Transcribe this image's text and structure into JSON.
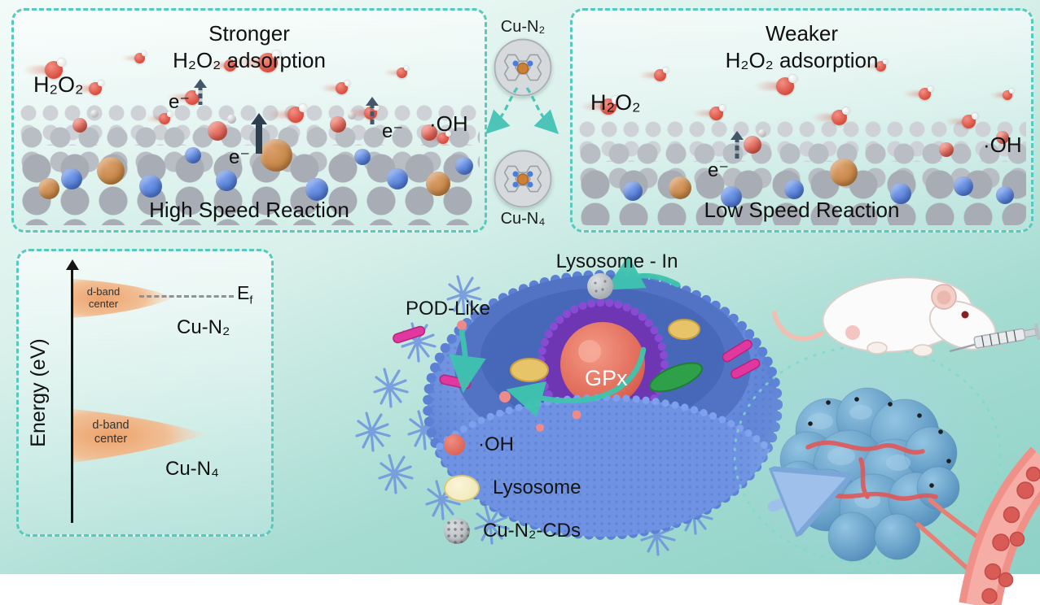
{
  "panel_stronger": {
    "title_line1": "Stronger",
    "title_line2": "H₂O₂ adsorption",
    "h2o2": "H₂O₂",
    "electrons": [
      "e⁻",
      "e⁻",
      "e⁻"
    ],
    "oh": "·OH",
    "caption": "High Speed Reaction"
  },
  "panel_weaker": {
    "title_line1": "Weaker",
    "title_line2": "H₂O₂ adsorption",
    "h2o2": "H₂O₂",
    "electrons": [
      "e⁻"
    ],
    "oh": "·OH",
    "caption": "Low Speed Reaction"
  },
  "badges": {
    "cu_n2": "Cu-N₂",
    "cu_n4": "Cu-N₄"
  },
  "energy": {
    "axis_label": "Energy (eV)",
    "dband_top": "d-band center",
    "dband_bottom": "d-band center",
    "species_top": "Cu-N₂",
    "species_bottom": "Cu-N₄",
    "fermi_base": "E",
    "fermi_sub": "f"
  },
  "cell": {
    "lysosome_in": "Lysosome - In",
    "pod_like": "POD-Like",
    "gpx": "GPx"
  },
  "legend": {
    "oh": "·OH",
    "lysosome": "Lysosome",
    "cun2_cds": "Cu-N₂-CDs"
  },
  "colors": {
    "accent_teal": "#57c9be",
    "panel_border": "#57c9be",
    "cell_blue": "#6b8fdc",
    "nucleus_purple": "#7a3fbf",
    "nucleolus_red": "#d75b4c",
    "rod_magenta": "#e0389e",
    "oh_red": "#d6554a",
    "copper_orange": "#b5742f",
    "nitrogen_blue": "#3c66c8",
    "tumor_blue": "#5d97c2",
    "vessel_red": "#ef8e84"
  }
}
